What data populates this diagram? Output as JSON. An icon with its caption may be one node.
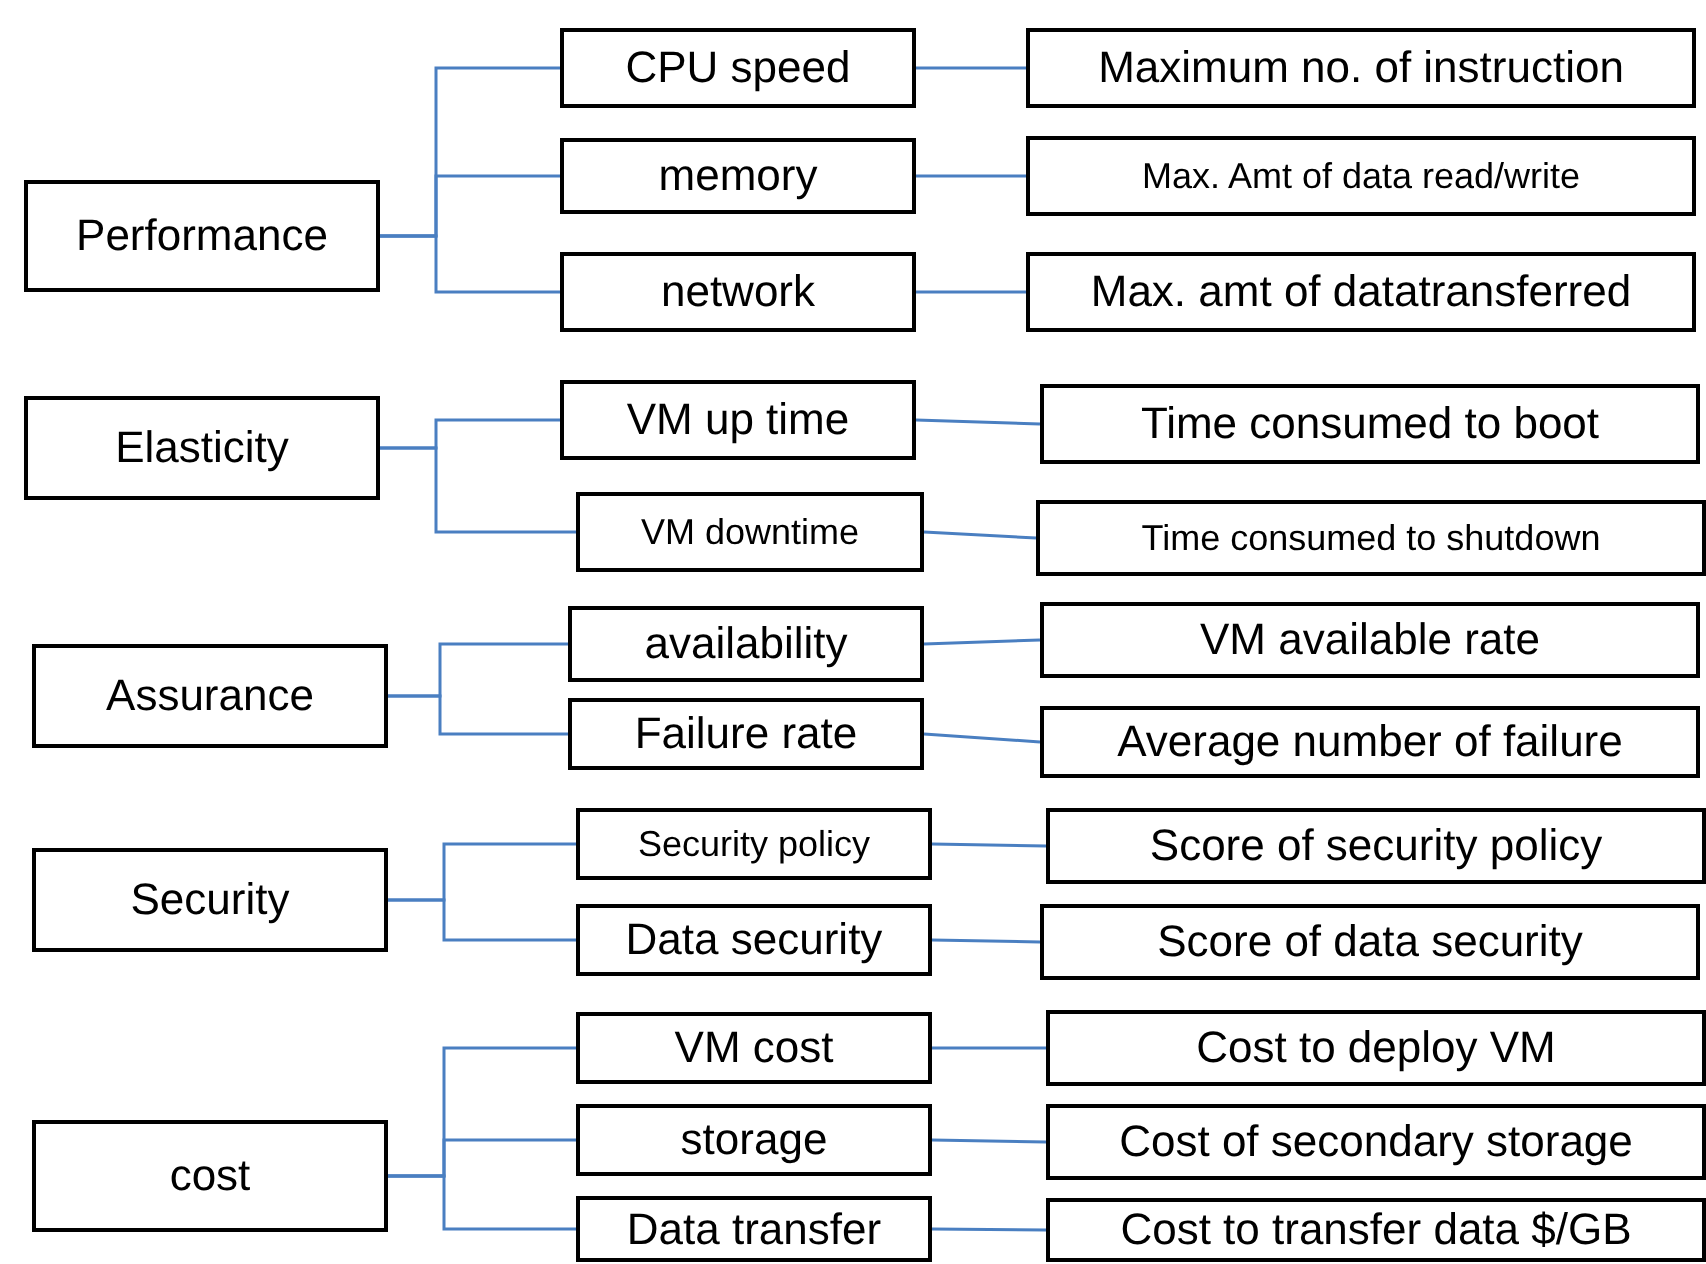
{
  "diagram": {
    "nodes": [
      {
        "text": [
          "Performance"
        ]
      },
      {
        "text": [
          "CPU speed"
        ]
      },
      {
        "text": [
          "Maximum no. of instruction"
        ]
      },
      {
        "text": [
          "memory"
        ]
      },
      {
        "text": [
          "Max. Amt of data read/write"
        ]
      },
      {
        "text": [
          "network"
        ]
      },
      {
        "text": [
          "Max. amt of datatransferred"
        ]
      },
      {
        "text": [
          "Elasticity"
        ]
      },
      {
        "text": [
          "VM up time"
        ]
      },
      {
        "text": [
          "Time consumed to boot"
        ]
      },
      {
        "text": [
          "VM downtime"
        ]
      },
      {
        "text": [
          "Time consumed to shutdown"
        ]
      },
      {
        "text": [
          "Assurance"
        ]
      },
      {
        "text": [
          "availability"
        ]
      },
      {
        "text": [
          "VM available rate"
        ]
      },
      {
        "text": [
          "Failure rate"
        ]
      },
      {
        "text": [
          "Average number of failure"
        ]
      },
      {
        "text": [
          "Security"
        ]
      },
      {
        "text": [
          "Security policy"
        ]
      },
      {
        "text": [
          "Score of security policy"
        ]
      },
      {
        "text": [
          "Data security"
        ]
      },
      {
        "text": [
          "Score of data security"
        ]
      },
      {
        "text": [
          "cost"
        ]
      },
      {
        "text": [
          "VM cost"
        ]
      },
      {
        "text": [
          "Cost to deploy VM"
        ]
      },
      {
        "text": [
          "storage"
        ]
      },
      {
        "text": [
          "Cost of secondary storage"
        ]
      },
      {
        "text": [
          "Data transfer"
        ]
      },
      {
        "text": [
          "Cost to transfer data $/GB"
        ]
      }
    ],
    "edges": [
      {
        "from": 0,
        "to": 1,
        "arrow": "none"
      },
      {
        "from": 0,
        "to": 3,
        "arrow": "none"
      },
      {
        "from": 0,
        "to": 5,
        "arrow": "none"
      },
      {
        "from": 1,
        "to": 2,
        "arrow": "none"
      },
      {
        "from": 3,
        "to": 4,
        "arrow": "none"
      },
      {
        "from": 5,
        "to": 6,
        "arrow": "none"
      },
      {
        "from": 7,
        "to": 8,
        "arrow": "none"
      },
      {
        "from": 7,
        "to": 10,
        "arrow": "none"
      },
      {
        "from": 8,
        "to": 9,
        "arrow": "none"
      },
      {
        "from": 10,
        "to": 11,
        "arrow": "none"
      },
      {
        "from": 12,
        "to": 13,
        "arrow": "none"
      },
      {
        "from": 12,
        "to": 15,
        "arrow": "none"
      },
      {
        "from": 13,
        "to": 14,
        "arrow": "none"
      },
      {
        "from": 15,
        "to": 16,
        "arrow": "none"
      },
      {
        "from": 17,
        "to": 18,
        "arrow": "none"
      },
      {
        "from": 17,
        "to": 20,
        "arrow": "none"
      },
      {
        "from": 18,
        "to": 19,
        "arrow": "none"
      },
      {
        "from": 20,
        "to": 21,
        "arrow": "none"
      },
      {
        "from": 22,
        "to": 23,
        "arrow": "none"
      },
      {
        "from": 22,
        "to": 25,
        "arrow": "none"
      },
      {
        "from": 22,
        "to": 27,
        "arrow": "none"
      },
      {
        "from": 23,
        "to": 24,
        "arrow": "none"
      },
      {
        "from": 25,
        "to": 26,
        "arrow": "none"
      },
      {
        "from": 27,
        "to": 28,
        "arrow": "none"
      }
    ]
  }
}
